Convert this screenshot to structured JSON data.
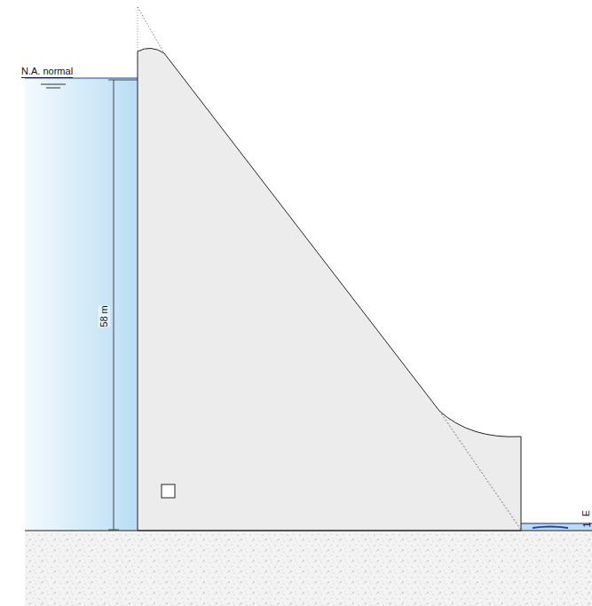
{
  "diagram": {
    "labels": [
      "N.A. normal",
      "58 m",
      "E",
      "1"
    ]
  }
}
